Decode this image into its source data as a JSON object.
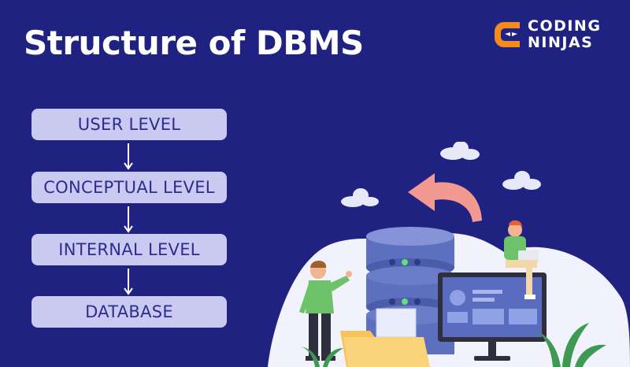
{
  "title": "Structure of DBMS",
  "logo": {
    "line1": "CODING",
    "line2": "NINJAS",
    "accent": "#f58a1f"
  },
  "levels": [
    "USER LEVEL",
    "CONCEPTUAL LEVEL",
    "INTERNAL LEVEL",
    "DATABASE"
  ],
  "colors": {
    "background": "#1f2280",
    "box_fill": "#c9c9f2",
    "box_text": "#2b2e8e",
    "arrow": "#ffffff",
    "curve_arrow": "#f29a92",
    "database": "#5d6fbf"
  },
  "illustration": {
    "icons": [
      "cloud-icon",
      "curved-arrow-icon",
      "database-icon",
      "folder-icon",
      "monitor-icon",
      "person-icon",
      "plant-icon"
    ]
  }
}
